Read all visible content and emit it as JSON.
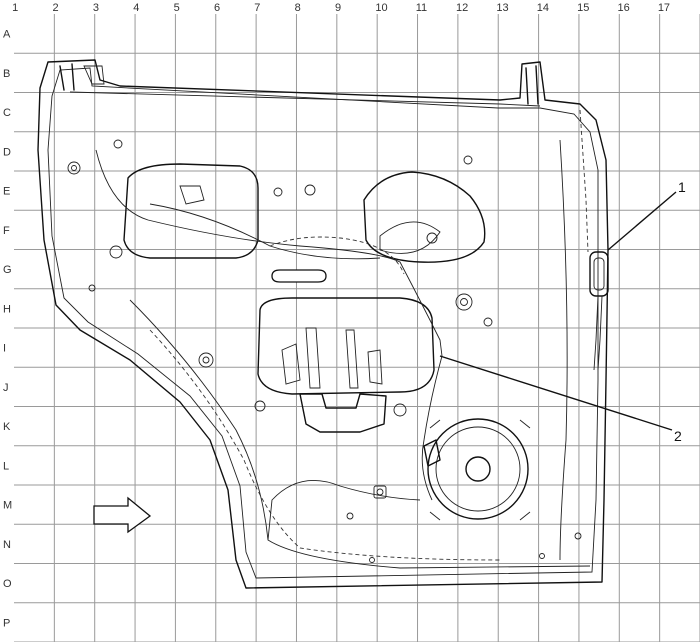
{
  "grid": {
    "columns": [
      "1",
      "2",
      "3",
      "4",
      "5",
      "6",
      "7",
      "8",
      "9",
      "10",
      "11",
      "12",
      "13",
      "14",
      "15",
      "16",
      "17"
    ],
    "rows": [
      "A",
      "B",
      "C",
      "D",
      "E",
      "F",
      "G",
      "H",
      "I",
      "J",
      "K",
      "L",
      "M",
      "N",
      "O",
      "P"
    ]
  },
  "callouts": [
    {
      "id": "callout-1",
      "label": "1"
    },
    {
      "id": "callout-2",
      "label": "2"
    }
  ],
  "icons": {
    "direction_arrow": "right-arrow-icon"
  }
}
